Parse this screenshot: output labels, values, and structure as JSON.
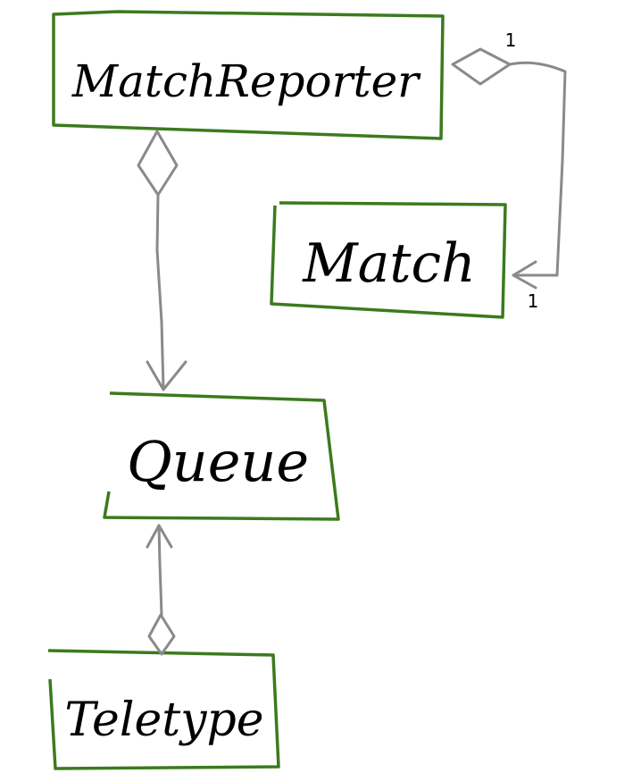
{
  "diagram": {
    "classes": {
      "match_reporter": "MatchReporter",
      "match": "Match",
      "queue": "Queue",
      "teletype": "Teletype"
    },
    "multiplicities": {
      "reporter_match_source": "1",
      "reporter_match_target": "1"
    }
  },
  "colors": {
    "box_border": "#3c7a1e",
    "connector": "#8a8a8a",
    "text": "#000000"
  }
}
